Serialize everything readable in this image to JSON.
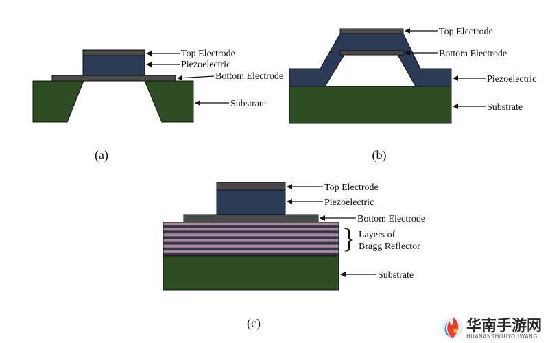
{
  "colors": {
    "substrate": "#2e4d24",
    "piezoelectric": "#2b3a55",
    "electrode": "#4a4a4a",
    "bragg_light": "#a68a9e",
    "bragg_dark": "#3a3348",
    "outline": "#111111"
  },
  "diagram_a": {
    "caption": "(a)",
    "labels": {
      "top_electrode": "Top Electrode",
      "piezoelectric": "Piezoelectric",
      "bottom_electrode": "Bottom Electrode",
      "substrate": "Substrate"
    }
  },
  "diagram_b": {
    "caption": "(b)",
    "labels": {
      "top_electrode": "Top Electrode",
      "bottom_electrode": "Bottom Electrode",
      "piezoelectric": "Piezoelectric",
      "substrate": "Substrate"
    }
  },
  "diagram_c": {
    "caption": "(c)",
    "labels": {
      "top_electrode": "Top Electrode",
      "piezoelectric": "Piezoelectric",
      "bottom_electrode": "Bottom Electrode",
      "bragg_line1": "Layers of",
      "bragg_line2": "Bragg Reflector",
      "substrate": "Substrate"
    }
  },
  "watermark": {
    "name": "华南手游网",
    "domain": "HUANANSHOUYOUWANG",
    "icon": "flame-logo-icon"
  }
}
